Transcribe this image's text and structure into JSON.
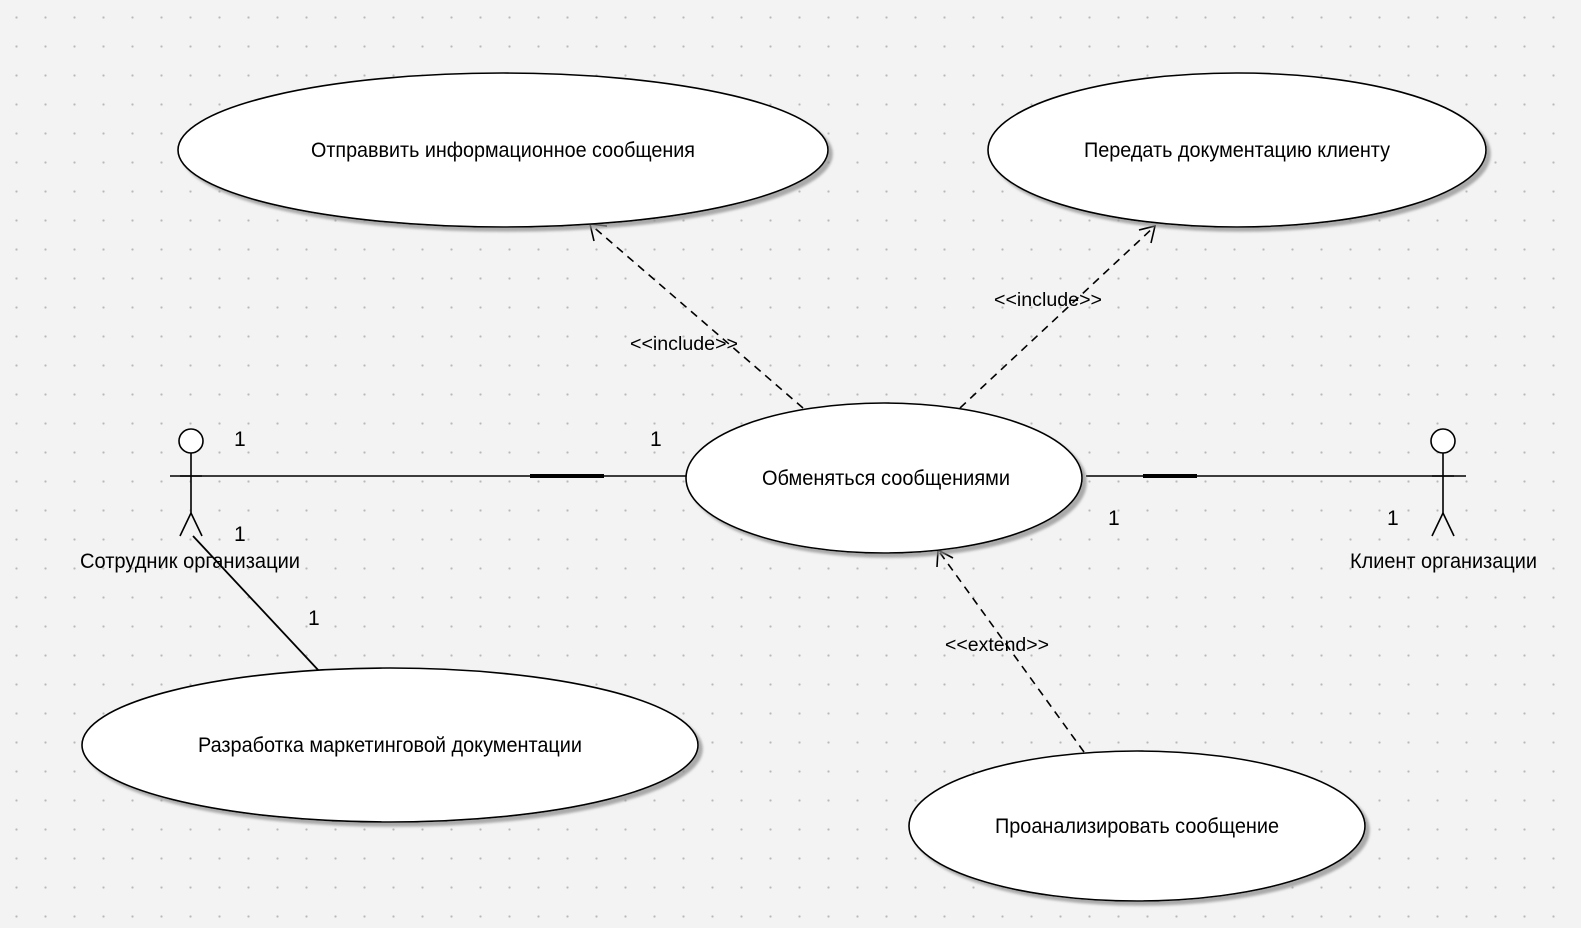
{
  "diagram": {
    "use_cases": {
      "send_info": "Отправвить информационное сообщения",
      "transfer_docs": "Передать документацию клиенту",
      "exchange": "Обменяться сообщениями",
      "marketing": "Разработка маркетинговой документации",
      "analyze": "Проанализировать сообщение"
    },
    "actors": {
      "employee": "Сотрудник организации",
      "client": "Клиент организации"
    },
    "stereotypes": {
      "include_left": "<<include>>",
      "include_right": "<<include>>",
      "extend": "<<extend>>"
    },
    "multiplicities": {
      "employee_exchange_actor": "1",
      "employee_exchange_usecase": "1",
      "employee_marketing_actor": "1",
      "employee_marketing_usecase": "1",
      "client_exchange_usecase": "1",
      "client_exchange_actor": "1"
    }
  }
}
